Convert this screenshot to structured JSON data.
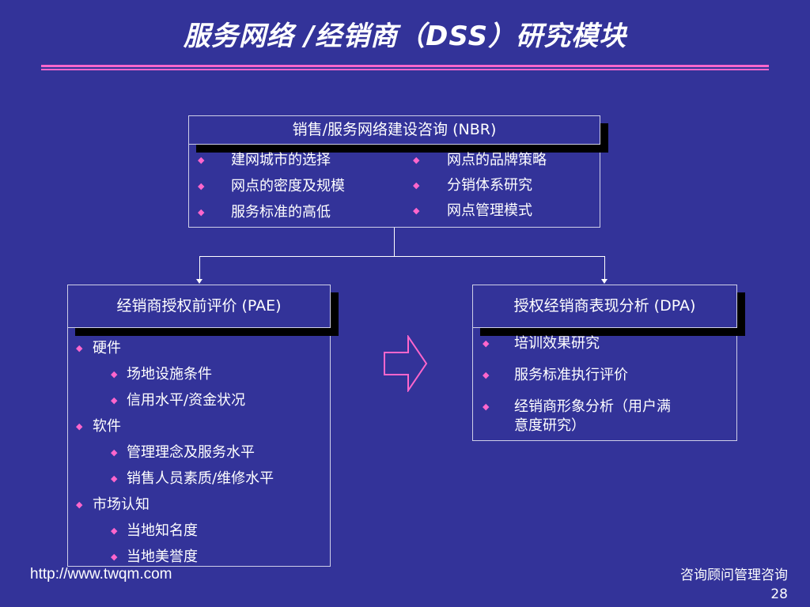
{
  "title": "服务网络 /经销商（DSS）研究模块",
  "top_box": {
    "header": "销售/服务网络建设咨询 (NBR)",
    "left_items": [
      "建网城市的选择",
      "网点的密度及规模",
      "服务标准的高低"
    ],
    "right_items": [
      "网点的品牌策略",
      "分销体系研究",
      "网点管理模式"
    ]
  },
  "left_box": {
    "header": "经销商授权前评价 (PAE)",
    "items": [
      {
        "level": 1,
        "text": "硬件"
      },
      {
        "level": 2,
        "text": "场地设施条件"
      },
      {
        "level": 2,
        "text": "信用水平/资金状况"
      },
      {
        "level": 1,
        "text": "软件"
      },
      {
        "level": 2,
        "text": "管理理念及服务水平"
      },
      {
        "level": 2,
        "text": "销售人员素质/维修水平"
      },
      {
        "level": 1,
        "text": "市场认知"
      },
      {
        "level": 2,
        "text": "当地知名度"
      },
      {
        "level": 2,
        "text": "当地美誉度"
      }
    ]
  },
  "right_box": {
    "header": "授权经销商表现分析 (DPA)",
    "items": [
      "培训效果研究",
      "服务标准执行评价",
      "经销商形象分析（用户满",
      "意度研究）"
    ]
  },
  "footer": {
    "url": "http://www.twqm.com",
    "company": "咨询顾问管理咨询",
    "page": "28"
  },
  "colors": {
    "background": "#333399",
    "accent": "#ff66cc",
    "text": "#ffffff"
  }
}
